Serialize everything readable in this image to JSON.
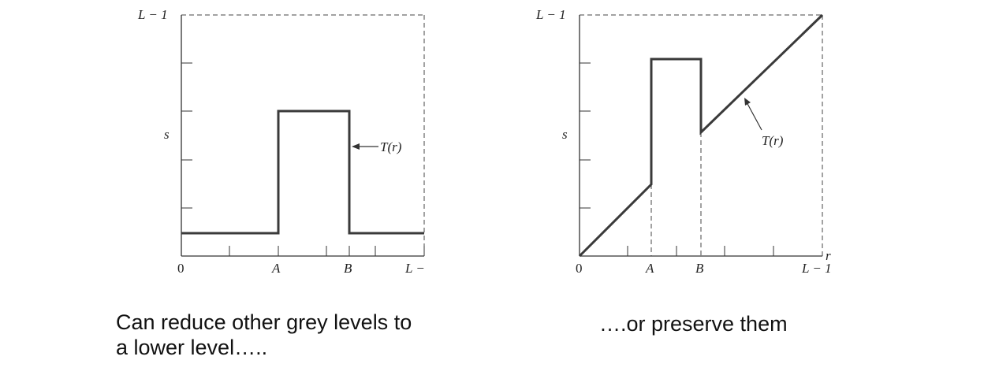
{
  "graphs": [
    {
      "y_top_label": "L − 1",
      "y_axis_label": "s",
      "x_tick_labels": [
        "0",
        "A",
        "B",
        "L −"
      ],
      "curve_label": "T(r)",
      "transfer_function": {
        "description_points_r_s": [
          [
            0,
            0.09
          ],
          [
            0.4,
            0.09
          ],
          [
            0.4,
            0.6
          ],
          [
            0.69,
            0.6
          ],
          [
            0.69,
            0.09
          ],
          [
            1.0,
            0.09
          ]
        ]
      }
    },
    {
      "y_top_label": "L − 1",
      "y_axis_label": "s",
      "x_tick_labels": [
        "0",
        "A",
        "B",
        "L − 1"
      ],
      "x_axis_label": "r",
      "curve_label": "T(r)",
      "transfer_function": {
        "description_points_r_s": [
          [
            0,
            0
          ],
          [
            0.29,
            0.29
          ],
          [
            0.29,
            0.8
          ],
          [
            0.5,
            0.8
          ],
          [
            0.5,
            0.5
          ],
          [
            1.0,
            1.0
          ]
        ]
      }
    }
  ],
  "captions": {
    "left_line1": "Can reduce other grey levels to",
    "left_line2": "a lower level…..",
    "right": "….or preserve them"
  }
}
